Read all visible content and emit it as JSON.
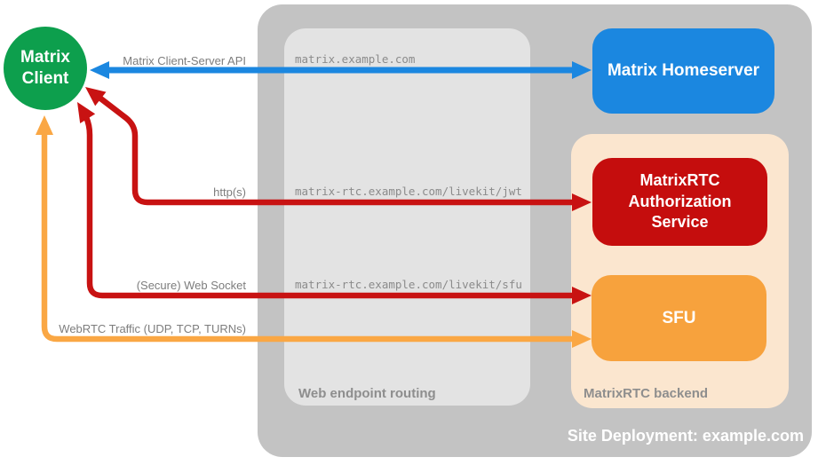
{
  "client": {
    "label": "Matrix\nClient",
    "color": "#0d9f4d"
  },
  "deployment": {
    "label": "Site Deployment: example.com",
    "panel_color": "#c3c3c3"
  },
  "panels": {
    "routing": {
      "label": "Web endpoint routing",
      "color": "#e3e3e3"
    },
    "backend": {
      "label": "MatrixRTC backend",
      "color": "#fbe6cf"
    }
  },
  "nodes": {
    "homeserver": {
      "label": "Matrix Homeserver",
      "color": "#1b87e0"
    },
    "auth_service": {
      "label": "MatrixRTC\nAuthorization\nService",
      "color": "#c50d0d"
    },
    "sfu": {
      "label": "SFU",
      "color": "#f7a23d"
    }
  },
  "connections": [
    {
      "id": "client-server-api",
      "protocol_label": "Matrix Client-Server API",
      "endpoint": "matrix.example.com",
      "color": "#1b87e0",
      "bidirectional": true
    },
    {
      "id": "https-jwt",
      "protocol_label": "http(s)",
      "endpoint": "matrix-rtc.example.com/livekit/jwt",
      "color": "#c81212",
      "bidirectional": true
    },
    {
      "id": "secure-web-socket",
      "protocol_label": "(Secure) Web Socket",
      "endpoint": "matrix-rtc.example.com/livekit/sfu",
      "color": "#c81212",
      "bidirectional": true
    },
    {
      "id": "webrtc-traffic",
      "protocol_label": "WebRTC Traffic (UDP, TCP, TURNs)",
      "color": "#faa744",
      "bidirectional": true
    }
  ]
}
